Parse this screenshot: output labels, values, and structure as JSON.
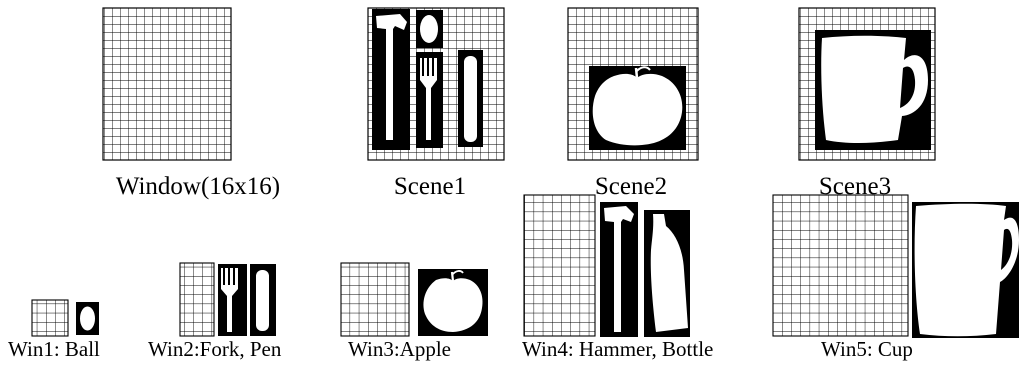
{
  "colors": {
    "grid_line": "#000000",
    "grid_bg": "#ffffff",
    "silhouette_bg": "#000000",
    "object_fill": "#ffffff",
    "text": "#000000"
  },
  "top_row": {
    "window_label": "Window(16x16)",
    "scene1_label": "Scene1",
    "scene2_label": "Scene2",
    "scene3_label": "Scene3"
  },
  "bottom_row": {
    "win1_label": "Win1: Ball",
    "win2_label": "Win2:Fork, Pen",
    "win3_label": "Win3:Apple",
    "win4_label": "Win4: Hammer, Bottle",
    "win5_label": "Win5: Cup"
  },
  "objects": [
    "hammer-icon",
    "ball-icon",
    "fork-icon",
    "pen-icon",
    "apple-icon",
    "cup-icon",
    "bottle-icon"
  ]
}
